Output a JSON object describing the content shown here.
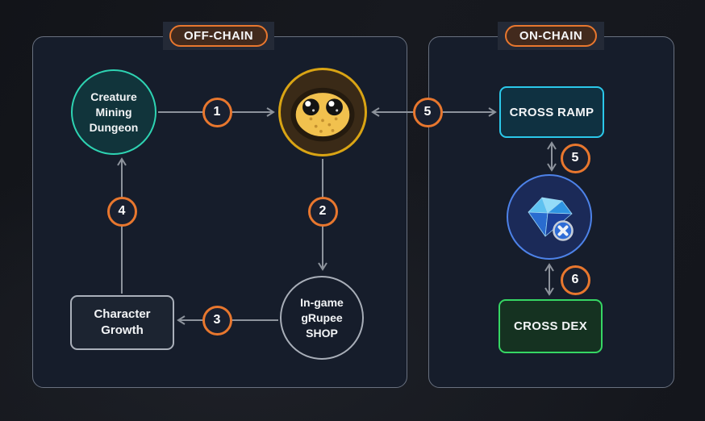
{
  "sections": {
    "off_chain": {
      "label": "OFF-CHAIN"
    },
    "on_chain": {
      "label": "ON-CHAIN"
    }
  },
  "nodes": {
    "creature_mining_dungeon": {
      "lines": [
        "Creature",
        "Mining",
        "Dungeon"
      ]
    },
    "player_character": {
      "icon": "potato-character-icon"
    },
    "ingame_shop": {
      "lines": [
        "In-game",
        "gRupee",
        "SHOP"
      ]
    },
    "character_growth": {
      "lines": [
        "Character",
        "Growth"
      ]
    },
    "cross_ramp": {
      "label": "CROSS RAMP"
    },
    "cross_token": {
      "icon": "cross-token-icon",
      "sub_icon": "x-token-badge-icon"
    },
    "cross_dex": {
      "label": "CROSS DEX"
    }
  },
  "steps": {
    "s1": "1",
    "s2": "2",
    "s3": "3",
    "s4": "4",
    "s5a": "5",
    "s5b": "5",
    "s6": "6"
  },
  "colors": {
    "accent_orange": "#e8772e",
    "teal": "#2ed3b2",
    "cyan": "#2bc8ea",
    "green": "#36d664",
    "blue": "#4d82e8",
    "gold": "#d9a414",
    "arrow_gray": "#8d939c",
    "panel_bg": "#161d2b",
    "page_bg": "#14161c"
  }
}
